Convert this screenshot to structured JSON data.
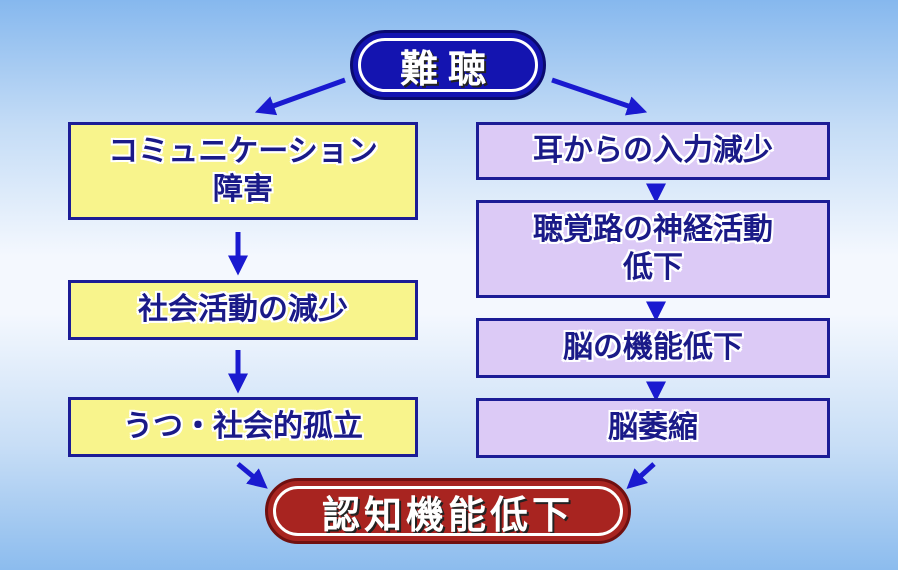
{
  "top": {
    "label": "難聴"
  },
  "bottom": {
    "label": "認知機能低下"
  },
  "left_chain": [
    {
      "label": "コミュニケーション\n障害"
    },
    {
      "label": "社会活動の減少"
    },
    {
      "label": "うつ・社会的孤立"
    }
  ],
  "right_chain": [
    {
      "label": "耳からの入力減少"
    },
    {
      "label": "聴覚路の神経活動\n低下"
    },
    {
      "label": "脳の機能低下"
    },
    {
      "label": "脳萎縮"
    }
  ],
  "colors": {
    "top": "#1414b0",
    "bottom": "#a82420",
    "left_box": "#f8f48c",
    "right_box": "#dccaf6",
    "arrow": "#1a1ad0"
  }
}
